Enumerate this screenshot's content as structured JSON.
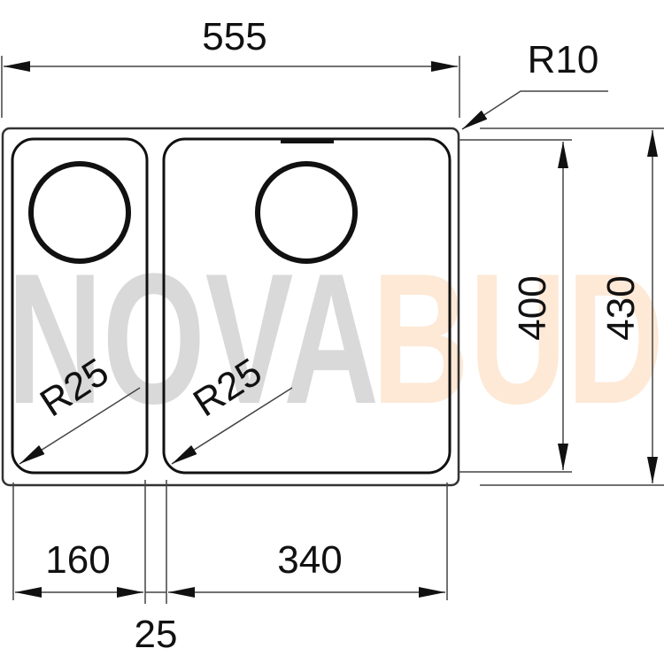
{
  "watermark": {
    "part1": "NOVA",
    "part2": "BUD",
    "color1": "#d9d9d9",
    "color2": "#fde9d6"
  },
  "dimensions": {
    "overall_width": "555",
    "corner_radius": "R10",
    "inner_height": "400",
    "overall_height": "430",
    "left_bowl_width": "160",
    "right_bowl_width": "340",
    "divider_width": "25",
    "left_bowl_radius": "R25",
    "right_bowl_radius": "R25"
  },
  "colors": {
    "line": "#1a1a1a",
    "background": "#ffffff"
  }
}
